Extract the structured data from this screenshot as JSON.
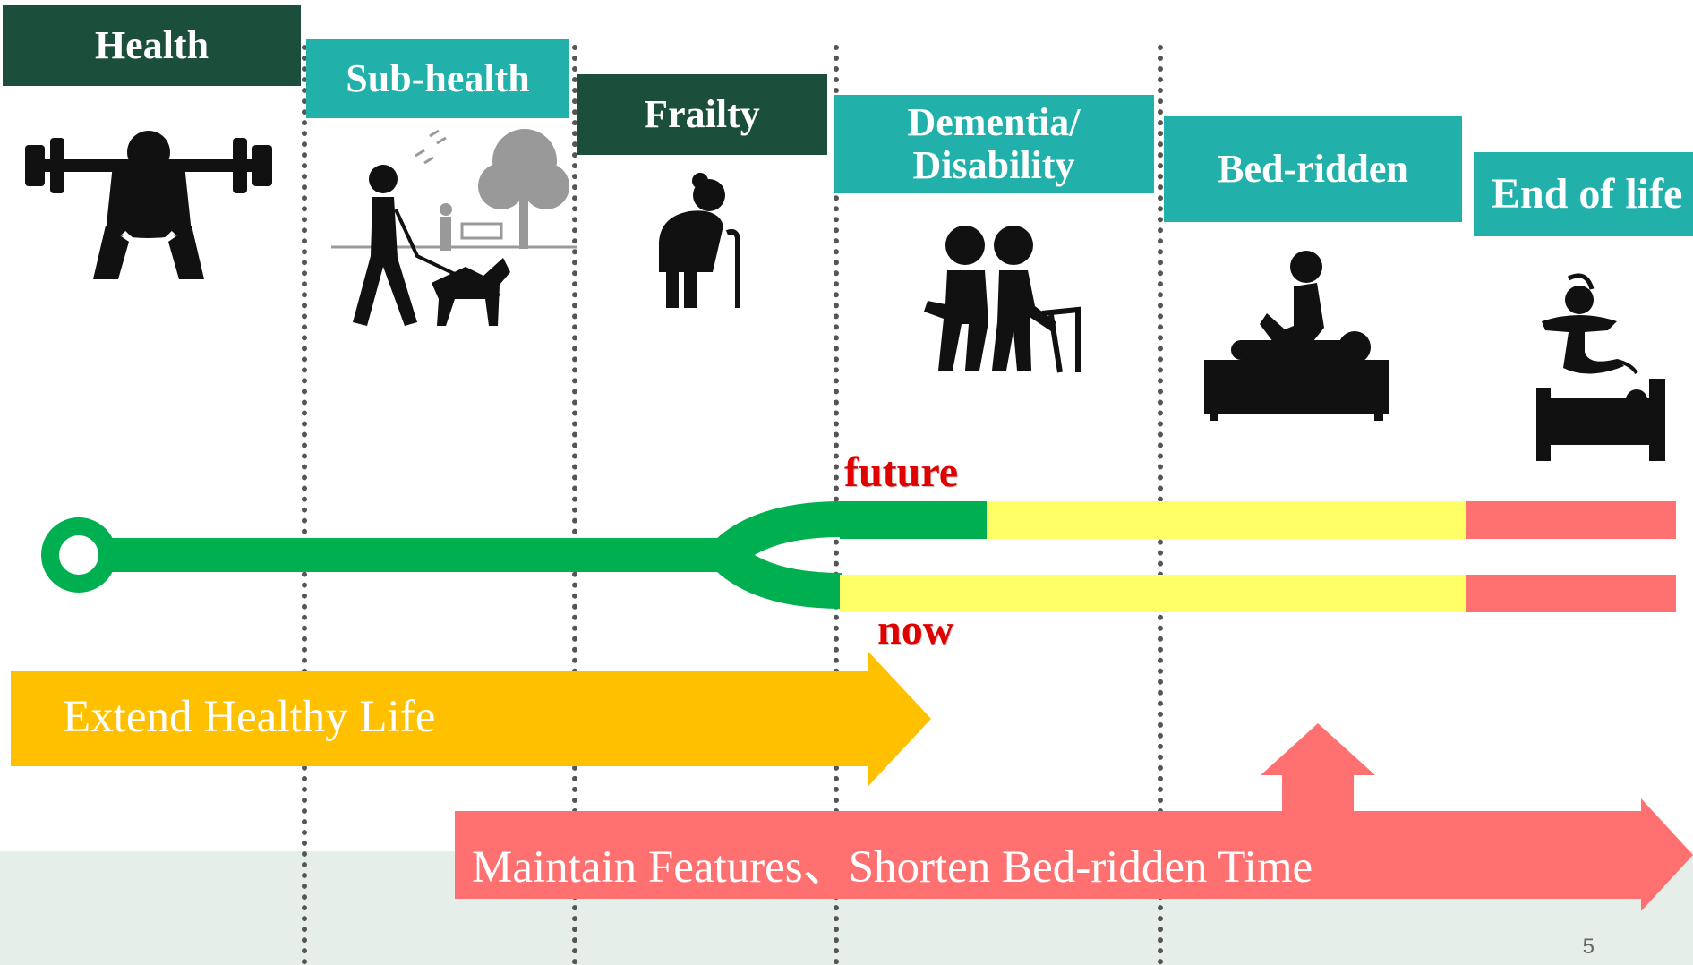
{
  "stages": [
    {
      "label": "Health",
      "color": "#1b4f3c",
      "icon": "weightlifter-icon"
    },
    {
      "label": "Sub-health",
      "color": "#22b0aa",
      "icon": "dog-walker-park-icon"
    },
    {
      "label": "Frailty",
      "color": "#1b4f3c",
      "icon": "elderly-cane-icon"
    },
    {
      "label": "Dementia/\nDisability",
      "color": "#22b0aa",
      "icon": "walker-assist-icon"
    },
    {
      "label": "Bed-ridden",
      "color": "#22b0aa",
      "icon": "bed-massage-icon"
    },
    {
      "label": "End of life",
      "color": "#22b0aa",
      "icon": "spirit-leaving-bed-icon"
    }
  ],
  "timeline": {
    "future_label": "future",
    "now_label": "now",
    "colors": {
      "healthy": "#00b050",
      "disabled": "#ffff66",
      "bedridden": "#ff7070"
    }
  },
  "arrows": {
    "extend_label": "Extend Healthy Life",
    "extend_color": "#ffc000",
    "maintain_label": "Maintain Features、Shorten Bed-ridden Time",
    "maintain_color": "#ff7070"
  },
  "page_number": "5"
}
